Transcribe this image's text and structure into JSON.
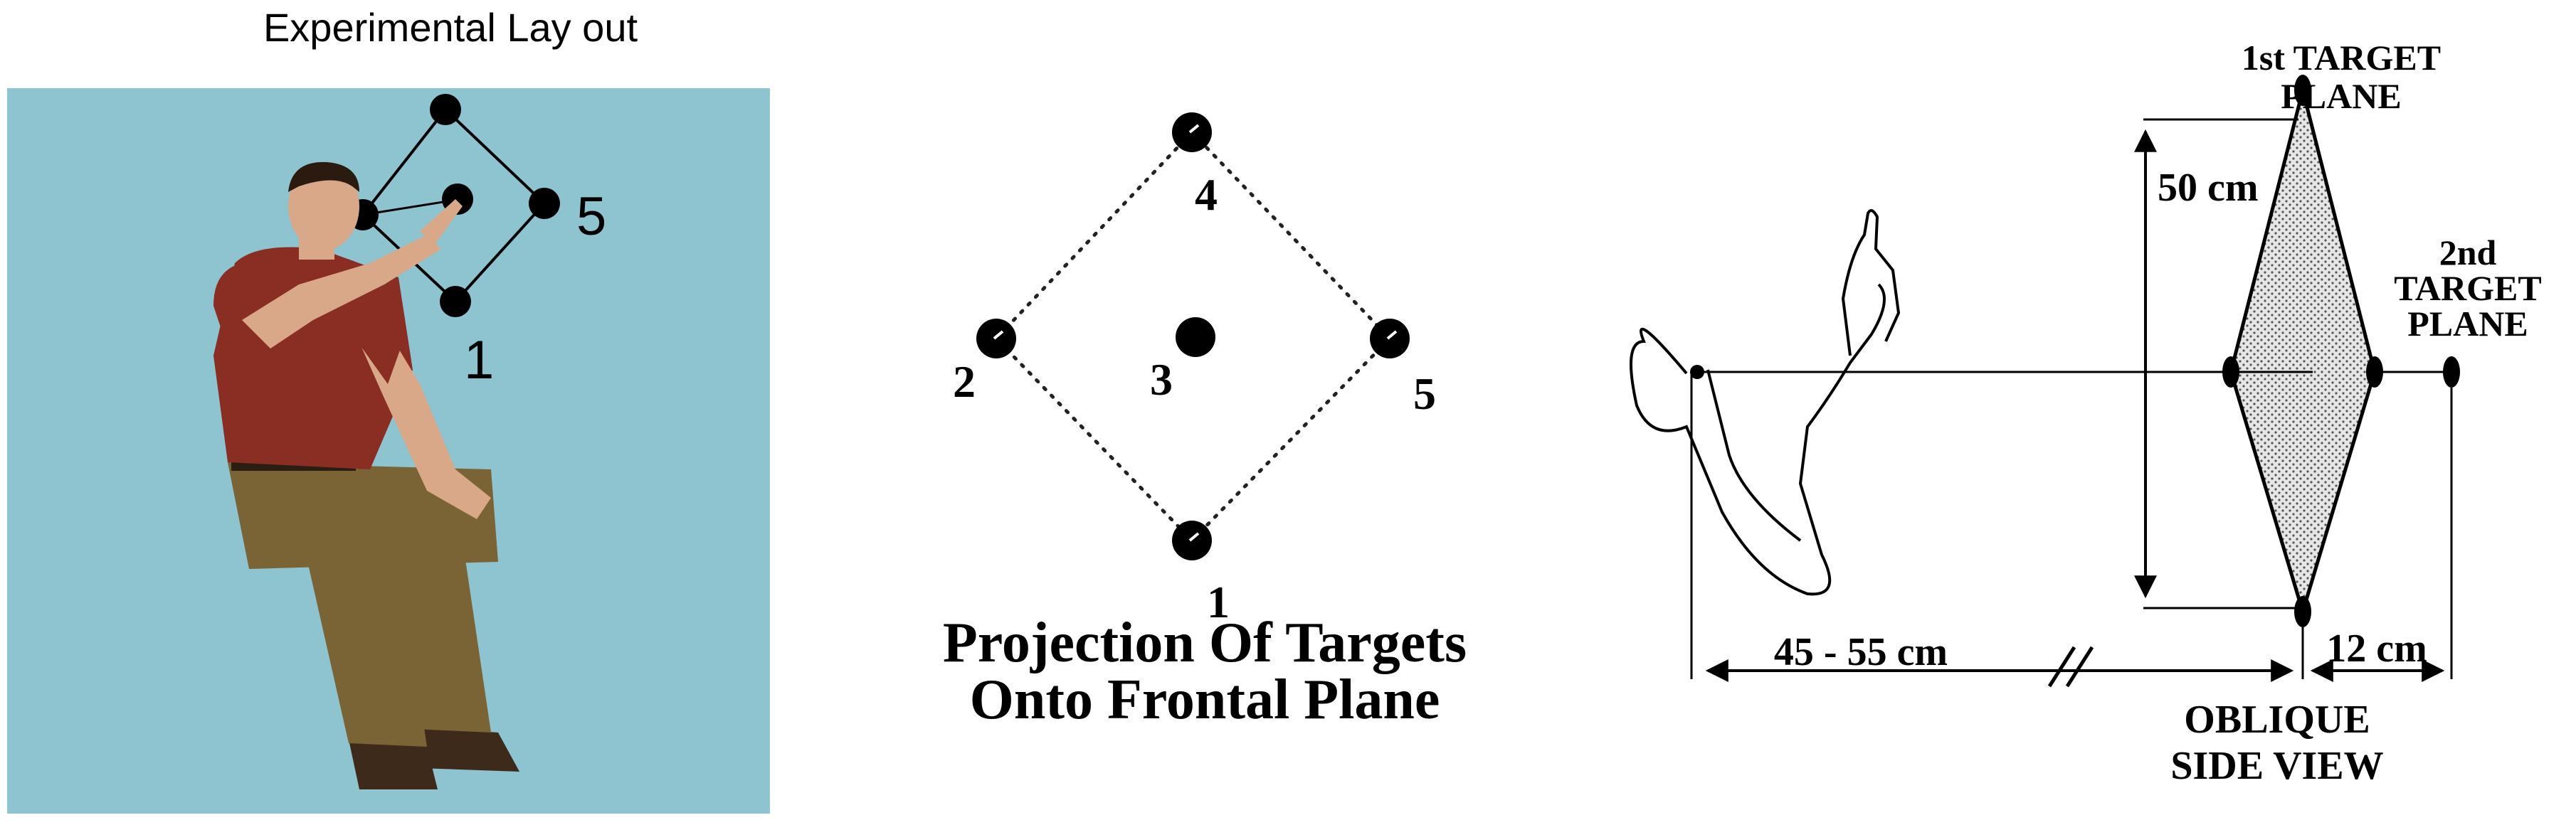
{
  "panel_left": {
    "title": "Experimental Lay out",
    "target_label_top_right": "5",
    "target_label_bottom": "1",
    "background_color": "#8dc4d0",
    "shirt_color": "#8a2d22",
    "pants_color": "#7a6334",
    "skin_color": "#d9a889"
  },
  "panel_middle": {
    "targets": [
      {
        "label": "4"
      },
      {
        "label": "2"
      },
      {
        "label": "3"
      },
      {
        "label": "5"
      },
      {
        "label": "1"
      }
    ],
    "caption_line1": "Projection Of Targets",
    "caption_line2": "Onto Frontal Plane"
  },
  "panel_right": {
    "first_plane_line1": "1st TARGET",
    "first_plane_line2": "PLANE",
    "second_plane_line1": "2nd",
    "second_plane_line2": "TARGET",
    "second_plane_line3": "PLANE",
    "height_label": "50 cm",
    "distance_label": "45 - 55 cm",
    "offset_label": "12 cm",
    "view_line1": "OBLIQUE",
    "view_line2": "SIDE VIEW",
    "hatch_color": "#c8c8c8"
  }
}
